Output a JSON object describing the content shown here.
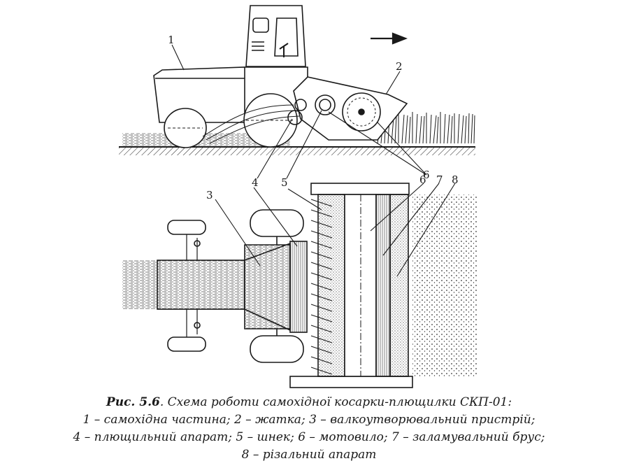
{
  "labels": {
    "n1": "1",
    "n2": "2",
    "n3": "3",
    "n4": "4",
    "n5": "5",
    "n6": "6",
    "n7": "7",
    "n8": "8",
    "n4b": "4",
    "n5b": "5",
    "n6b": "6"
  },
  "caption": {
    "prefix": "Рис. 5.6",
    "title": ". Схема роботи самохідної косарки-плющилки СКП-01:",
    "line2": "1 – самохідна частина; 2 – жатка; 3 – валкоутворювальний пристрій;",
    "line3": "4 – плющильний апарат; 5 – шнек; 6 – мотовило; 7 – заламувальний брус;",
    "line4": "8 – різальний апарат"
  },
  "icons": {
    "direction": "arrow-right-icon"
  }
}
